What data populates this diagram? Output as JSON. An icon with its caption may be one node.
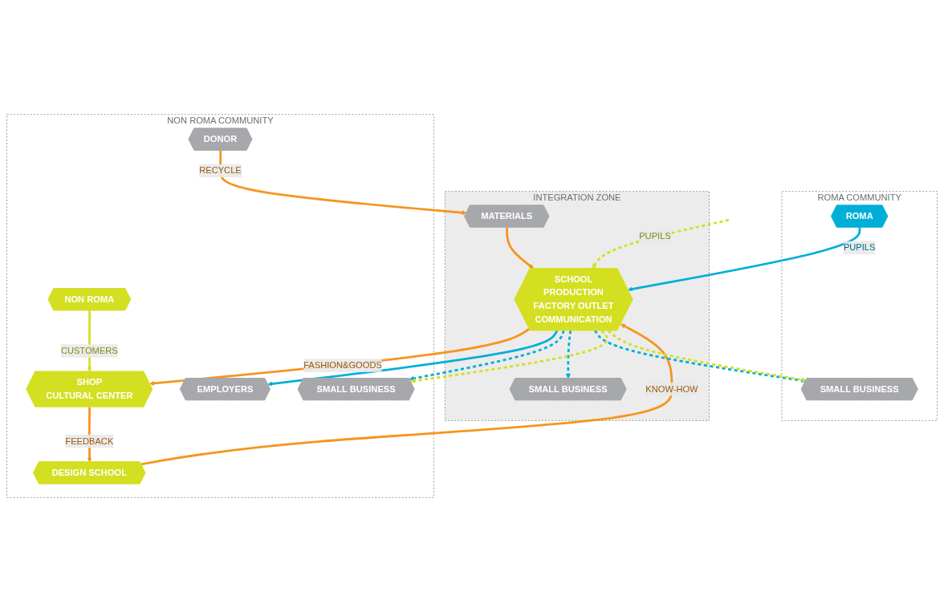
{
  "diagram": {
    "nodes": [
      {
        "text": [
          "NON ROMA COMMUNITY"
        ]
      },
      {
        "text": [
          "NON ROMA"
        ],
        "in": 0
      },
      {
        "text": [
          "DESIGN SCHOOL"
        ],
        "in": 0
      },
      {
        "text": [
          "DONOR"
        ],
        "in": 0
      },
      {
        "text": [
          "SHOP",
          "CULTURAL CENTER"
        ],
        "in": 0
      },
      {
        "text": [
          "EMPLOYERS"
        ],
        "in": 0
      },
      {
        "text": [
          "SMALL BUSINESS"
        ],
        "in": 0
      },
      {
        "text": [
          "INTEGRATION ZONE"
        ]
      },
      {
        "text": [
          "MATERIALS"
        ],
        "in": 7
      },
      {
        "text": [
          "SCHOOL",
          "PRODUCTION",
          "FACTORY OUTLET",
          "COMMUNICATION"
        ],
        "in": 7
      },
      {
        "text": [
          "SMALL BUSINESS"
        ],
        "in": 7
      },
      {
        "text": [
          "ROMA COMMUNITY"
        ]
      },
      {
        "text": [
          "ROMA"
        ],
        "in": 11
      },
      {
        "text": [
          "SMALL BUSINESS"
        ],
        "in": 11
      }
    ],
    "edges": [
      {
        "from": 1,
        "to": 4,
        "arrow": "to",
        "label": "CUSTOMERS",
        "color": "#d4df22"
      },
      {
        "from": 4,
        "to": 2,
        "arrow": "to",
        "label": "FEEDBACK",
        "color": "#f7941d"
      },
      {
        "from": 2,
        "to": 9,
        "arrow": "to",
        "label": "KNOW-HOW",
        "color": "#f7941d"
      },
      {
        "from": 3,
        "to": 8,
        "arrow": "to",
        "label": "RECYCLE",
        "color": "#f7941d"
      },
      {
        "from": 8,
        "to": 9,
        "arrow": "to",
        "color": "#f7941d"
      },
      {
        "from": 12,
        "to": 9,
        "arrow": "to",
        "label": "PUPILS",
        "color": "#00afd8"
      },
      {
        "from": 9,
        "to": 4,
        "arrow": "to",
        "label": "FASHION&GOODS",
        "color": "#f7941d"
      },
      {
        "from": null,
        "to": 9,
        "arrow": "to",
        "label": "PUPILS",
        "style": "dashed",
        "color": "#d4df22"
      },
      {
        "from": 9,
        "to": 5,
        "arrow": "to",
        "color": "#00afd8"
      },
      {
        "from": 9,
        "to": 6,
        "arrow": "to",
        "style": "dashed",
        "color": "#00afd8"
      },
      {
        "from": 9,
        "to": 10,
        "arrow": "to",
        "style": "dashed",
        "color": "#00afd8"
      },
      {
        "from": 9,
        "to": 13,
        "arrow": "to",
        "style": "dashed",
        "color": "#00afd8"
      },
      {
        "from": 9,
        "to": 6,
        "arrow": "to",
        "style": "dashed",
        "color": "#d4df22"
      },
      {
        "from": 9,
        "to": 13,
        "arrow": "to",
        "style": "dashed",
        "color": "#d4df22"
      }
    ]
  }
}
